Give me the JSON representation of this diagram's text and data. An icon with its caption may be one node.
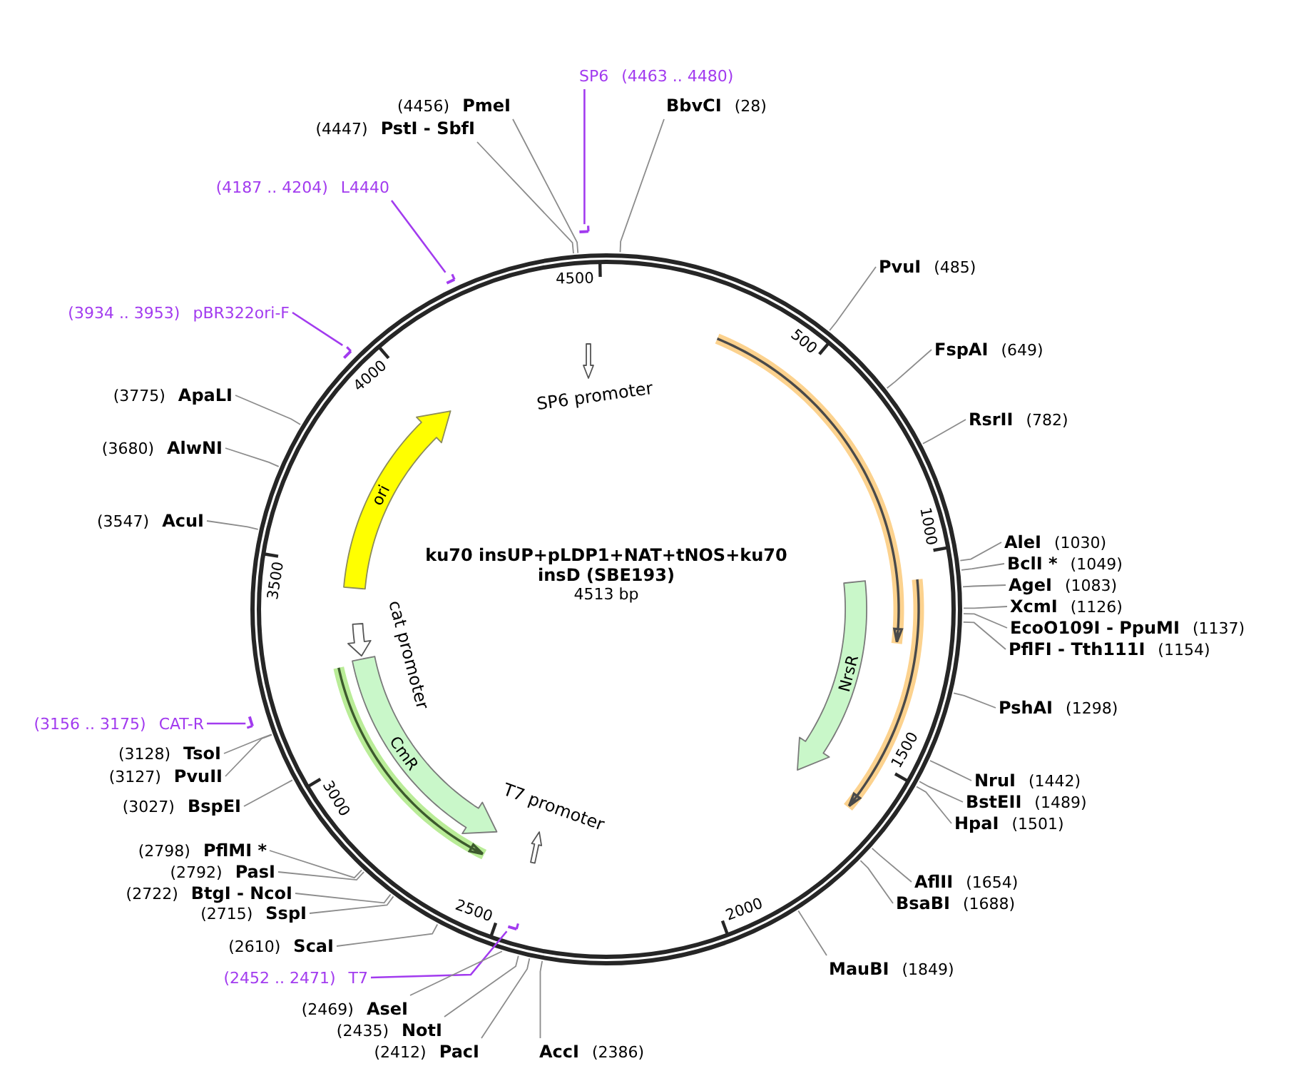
{
  "diagram": {
    "title": "ku70 insUP+pLDP1+NAT+tNOS+ku70 insD (SBE193)",
    "nodes": [
      {
        "text": [
          "BbvCI",
          "(28)"
        ]
      },
      {
        "text": [
          "PvuI",
          "(485)"
        ]
      },
      {
        "text": [
          "FspAI",
          "(649)"
        ]
      },
      {
        "text": [
          "RsrII",
          "(782)"
        ]
      },
      {
        "text": [
          "AleI",
          "(1030)"
        ]
      },
      {
        "text": [
          "BclI *",
          "(1049)"
        ]
      },
      {
        "text": [
          "AgeI",
          "(1083)"
        ]
      },
      {
        "text": [
          "XcmI",
          "(1126)"
        ]
      },
      {
        "text": [
          "EcoO109I - PpuMI",
          "(1137)"
        ]
      },
      {
        "text": [
          "PflFI - Tth111I",
          "(1154)"
        ]
      },
      {
        "text": [
          "PshAI",
          "(1298)"
        ]
      },
      {
        "text": [
          "NruI",
          "(1442)"
        ]
      },
      {
        "text": [
          "BstEII",
          "(1489)"
        ]
      },
      {
        "text": [
          "HpaI",
          "(1501)"
        ]
      },
      {
        "text": [
          "AflII",
          "(1654)"
        ]
      },
      {
        "text": [
          "BsaBI",
          "(1688)"
        ]
      },
      {
        "text": [
          "MauBI",
          "(1849)"
        ]
      },
      {
        "text": [
          "AccI",
          "(2386)"
        ]
      },
      {
        "text": [
          "(2412)",
          "PacI"
        ]
      },
      {
        "text": [
          "(2435)",
          "NotI"
        ]
      },
      {
        "text": [
          "(2452 .. 2471)",
          "T7"
        ]
      },
      {
        "text": [],
        "shape": "bar"
      },
      {
        "text": [
          "(2469)",
          "AseI"
        ]
      },
      {
        "text": [
          "(2610)",
          "ScaI"
        ]
      },
      {
        "text": [
          "(2715)",
          "SspI"
        ]
      },
      {
        "text": [
          "(2722)",
          "BtgI - NcoI"
        ]
      },
      {
        "text": [
          "(2792)",
          "PasI"
        ]
      },
      {
        "text": [
          "(2798)",
          "PflMI *"
        ]
      },
      {
        "text": [
          "(3027)",
          "BspEI"
        ]
      },
      {
        "text": [
          "(3127)",
          "PvuII"
        ]
      },
      {
        "text": [
          "(3128)",
          "TsoI"
        ]
      },
      {
        "text": [
          "(3156 .. 3175)",
          "CAT-R"
        ]
      },
      {
        "text": [],
        "shape": "bar"
      },
      {
        "text": [
          "(3547)",
          "AcuI"
        ]
      },
      {
        "text": [
          "(3680)",
          "AlwNI"
        ]
      },
      {
        "text": [
          "(3775)",
          "ApaLI"
        ]
      },
      {
        "text": [
          "(3934 .. 3953)",
          "pBR322ori-F"
        ]
      },
      {
        "text": [],
        "shape": "bar"
      },
      {
        "text": [
          "(4187 .. 4204)",
          "L4440"
        ]
      },
      {
        "text": [],
        "shape": "bar"
      },
      {
        "text": [
          "(4447)",
          "PstI - SbfI"
        ]
      },
      {
        "text": [
          "(4456)",
          "PmeI"
        ]
      },
      {
        "text": [
          "SP6",
          "(4463 .. 4480)"
        ]
      },
      {
        "text": [],
        "shape": "bar"
      },
      {
        "text": [
          "SP6 promoter"
        ]
      },
      {
        "text": [
          "NrsR"
        ]
      },
      {
        "text": [
          "T7 promoter"
        ]
      },
      {
        "text": [
          "CmR"
        ]
      },
      {
        "text": [
          "cat promoter"
        ]
      },
      {
        "text": [
          "ori"
        ]
      }
    ],
    "edges": [
      {
        "from": 0,
        "to": null,
        "arrow": "none"
      },
      {
        "from": 1,
        "to": null,
        "arrow": "none"
      },
      {
        "from": 2,
        "to": null,
        "arrow": "none"
      },
      {
        "from": 3,
        "to": null,
        "arrow": "none"
      },
      {
        "from": 4,
        "to": null,
        "arrow": "none"
      },
      {
        "from": 5,
        "to": null,
        "arrow": "none"
      },
      {
        "from": 6,
        "to": null,
        "arrow": "none"
      },
      {
        "from": 7,
        "to": null,
        "arrow": "none"
      },
      {
        "from": 8,
        "to": null,
        "arrow": "none"
      },
      {
        "from": 9,
        "to": null,
        "arrow": "none"
      },
      {
        "from": 10,
        "to": null,
        "arrow": "none"
      },
      {
        "from": 11,
        "to": null,
        "arrow": "none"
      },
      {
        "from": 12,
        "to": null,
        "arrow": "none"
      },
      {
        "from": 13,
        "to": null,
        "arrow": "none"
      },
      {
        "from": 14,
        "to": null,
        "arrow": "none"
      },
      {
        "from": 15,
        "to": null,
        "arrow": "none"
      },
      {
        "from": 16,
        "to": null,
        "arrow": "none"
      },
      {
        "from": 17,
        "to": null,
        "arrow": "none"
      },
      {
        "from": 18,
        "to": null,
        "arrow": "none"
      },
      {
        "from": 19,
        "to": null,
        "arrow": "none"
      },
      {
        "from": 20,
        "to": 21,
        "arrow": "none",
        "color": "#a23bef"
      },
      {
        "from": 22,
        "to": null,
        "arrow": "none"
      },
      {
        "from": 23,
        "to": null,
        "arrow": "none"
      },
      {
        "from": 24,
        "to": null,
        "arrow": "none"
      },
      {
        "from": 25,
        "to": null,
        "arrow": "none"
      },
      {
        "from": 26,
        "to": null,
        "arrow": "none"
      },
      {
        "from": 27,
        "to": null,
        "arrow": "none"
      },
      {
        "from": 28,
        "to": null,
        "arrow": "none"
      },
      {
        "from": 29,
        "to": null,
        "arrow": "none"
      },
      {
        "from": 30,
        "to": null,
        "arrow": "none"
      },
      {
        "from": 31,
        "to": 32,
        "arrow": "none",
        "color": "#a23bef"
      },
      {
        "from": 33,
        "to": null,
        "arrow": "none"
      },
      {
        "from": 34,
        "to": null,
        "arrow": "none"
      },
      {
        "from": 35,
        "to": null,
        "arrow": "none"
      },
      {
        "from": 36,
        "to": 37,
        "arrow": "none",
        "color": "#a23bef"
      },
      {
        "from": 38,
        "to": 39,
        "arrow": "none",
        "color": "#a23bef"
      },
      {
        "from": 40,
        "to": null,
        "arrow": "none"
      },
      {
        "from": 41,
        "to": null,
        "arrow": "none"
      },
      {
        "from": 42,
        "to": 43,
        "arrow": "none",
        "color": "#a23bef"
      }
    ],
    "labels": [
      "500",
      "1000",
      "1500",
      "2000",
      "2500",
      "3000",
      "3500",
      "4000",
      "4500",
      "4513 bp"
    ]
  }
}
